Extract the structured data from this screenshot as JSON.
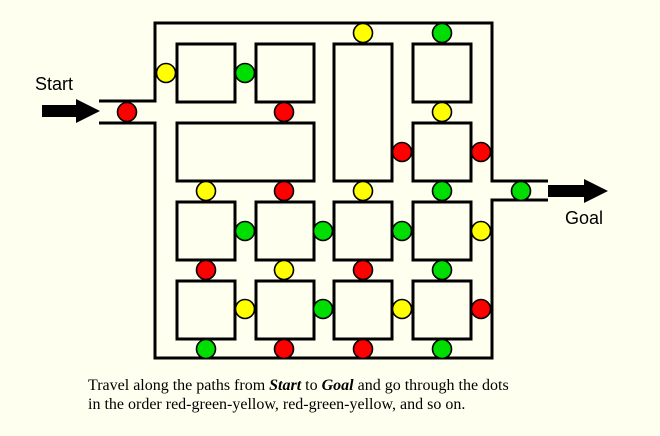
{
  "labels": {
    "start": "Start",
    "goal": "Goal"
  },
  "colors": {
    "background": "#FFFFF0",
    "red": "#FF0000",
    "green": "#00DD00",
    "yellow": "#FFFF00",
    "outline": "#000000"
  },
  "instructions": {
    "prefix": "Travel along the paths from ",
    "start_word": "Start",
    "middle": " to ",
    "goal_word": "Goal",
    "suffix_line1": " and go through the dots",
    "line2": "in the order red-green-yellow, red-green-yellow, and so on."
  },
  "icons": {
    "start_arrow": "arrow-right-icon",
    "goal_arrow": "arrow-right-icon"
  },
  "dots": [
    {
      "id": "dot-top-yellow",
      "color": "yellow"
    },
    {
      "id": "dot-top-green",
      "color": "green"
    },
    {
      "id": "dot-left-yellow",
      "color": "yellow"
    },
    {
      "id": "dot-r1-green",
      "color": "green"
    },
    {
      "id": "dot-entry-red",
      "color": "red"
    },
    {
      "id": "dot-r1-red",
      "color": "red"
    },
    {
      "id": "dot-r1c4-yellow",
      "color": "yellow"
    },
    {
      "id": "dot-r2-red-a",
      "color": "red"
    },
    {
      "id": "dot-r2-red-b",
      "color": "red"
    },
    {
      "id": "dot-h3-yellow-a",
      "color": "yellow"
    },
    {
      "id": "dot-h3-red",
      "color": "red"
    },
    {
      "id": "dot-h3-yellow-b",
      "color": "yellow"
    },
    {
      "id": "dot-h3-green",
      "color": "green"
    },
    {
      "id": "dot-exit-green",
      "color": "green"
    },
    {
      "id": "dot-r3-green-a",
      "color": "green"
    },
    {
      "id": "dot-r3-green-b",
      "color": "green"
    },
    {
      "id": "dot-r3-green-c",
      "color": "green"
    },
    {
      "id": "dot-r3-yellow",
      "color": "yellow"
    },
    {
      "id": "dot-h4-red-a",
      "color": "red"
    },
    {
      "id": "dot-h4-yellow",
      "color": "yellow"
    },
    {
      "id": "dot-h4-red-b",
      "color": "red"
    },
    {
      "id": "dot-h4-green",
      "color": "green"
    },
    {
      "id": "dot-r4-yellow-a",
      "color": "yellow"
    },
    {
      "id": "dot-r4-green",
      "color": "green"
    },
    {
      "id": "dot-r4-yellow-b",
      "color": "yellow"
    },
    {
      "id": "dot-r4-red",
      "color": "red"
    },
    {
      "id": "dot-bottom-green-a",
      "color": "green"
    },
    {
      "id": "dot-bottom-red-a",
      "color": "red"
    },
    {
      "id": "dot-bottom-red-b",
      "color": "red"
    },
    {
      "id": "dot-bottom-green-b",
      "color": "green"
    }
  ]
}
